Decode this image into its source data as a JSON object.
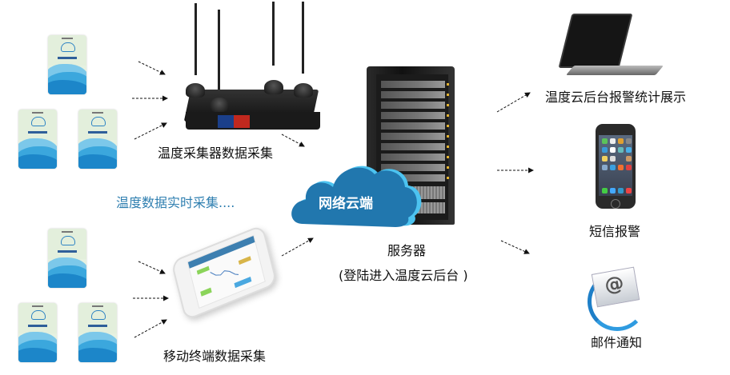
{
  "diagram": {
    "title_left": "温度数据实时采集....",
    "nodes": {
      "sensor_tags": {
        "count_top": 3,
        "count_bottom": 3,
        "icon": "temperature-sensor-tag-icon"
      },
      "collector": {
        "label": "温度采集器数据采集",
        "icon": "wireless-router-icon"
      },
      "mobile_terminal": {
        "label": "移动终端数据采集",
        "icon": "smartphone-app-icon"
      },
      "cloud": {
        "label": "网络云端",
        "icon": "cloud-icon"
      },
      "server": {
        "label": "服务器",
        "sublabel": "(登陆进入温度云后台 )",
        "icon": "server-rack-icon"
      },
      "dashboard": {
        "label": "温度云后台报警统计展示",
        "icon": "laptop-icon"
      },
      "sms": {
        "label": "短信报警",
        "icon": "mobile-phone-icon"
      },
      "email": {
        "label": "邮件通知",
        "icon": "email-icon"
      }
    },
    "colors": {
      "cloud": "#2177ae",
      "cloud_highlight": "#4cc3f0",
      "accent_text": "#2f7fb0",
      "arrow": "#111111"
    }
  }
}
